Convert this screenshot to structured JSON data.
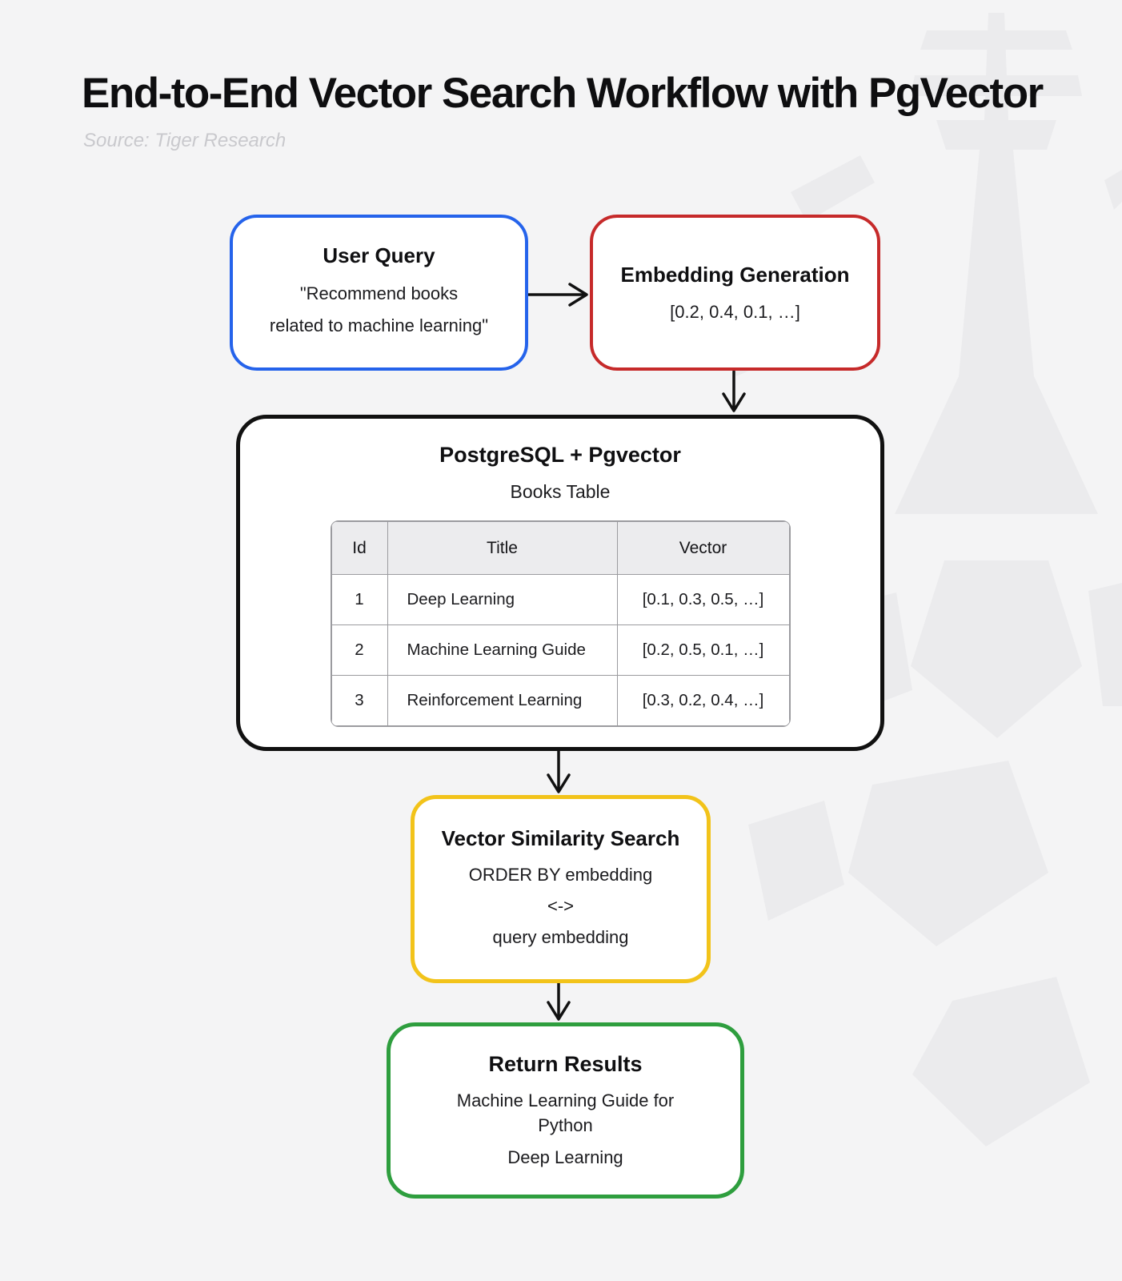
{
  "page": {
    "title": "End-to-End Vector Search Workflow with PgVector",
    "source": "Source: Tiger Research"
  },
  "colors": {
    "bg": "#f4f4f5",
    "accent_blue": "#2563eb",
    "accent_red": "#c62a2a",
    "accent_yellow": "#f2c31a",
    "accent_green": "#2e9e3e",
    "box_border_dark": "#111111",
    "table_border": "#9b9b9f",
    "table_header_bg": "#ececee",
    "subtitle_gray": "#c9c9cd",
    "watermark": "#ebebed"
  },
  "flow": {
    "user_query": {
      "title": "User Query",
      "lines": [
        "\"Recommend books",
        "related to machine learning\""
      ]
    },
    "embedding": {
      "title": "Embedding Generation",
      "vector": "[0.2, 0.4, 0.1, …]"
    },
    "database": {
      "title": "PostgreSQL + Pgvector",
      "subtitle": "Books Table",
      "table": {
        "headers": [
          "Id",
          "Title",
          "Vector"
        ],
        "rows": [
          {
            "id": "1",
            "title": "Deep Learning",
            "vector": "[0.1, 0.3, 0.5, …]"
          },
          {
            "id": "2",
            "title": "Machine Learning Guide",
            "vector": "[0.2, 0.5, 0.1, …]"
          },
          {
            "id": "3",
            "title": "Reinforcement Learning",
            "vector": "[0.3, 0.2, 0.4, …]"
          }
        ]
      }
    },
    "similarity": {
      "title": "Vector Similarity Search",
      "lines": [
        "ORDER BY embedding",
        "<->",
        "query embedding"
      ]
    },
    "results": {
      "title": "Return Results",
      "primary": "Machine Learning Guide for Python",
      "secondary": "Deep Learning"
    }
  },
  "watermark": {
    "icon": "tiger-face-watermark"
  }
}
